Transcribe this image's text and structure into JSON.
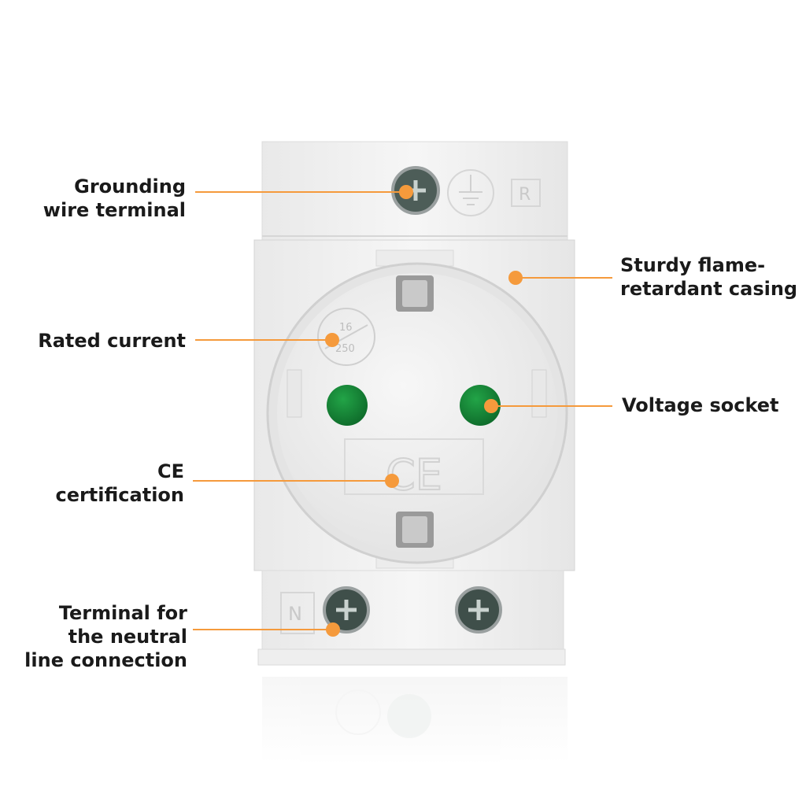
{
  "colors": {
    "accent": "#f59a3c",
    "socket_contact": "#1a8a3a",
    "body": "#f2f2f2"
  },
  "callouts": {
    "grounding": {
      "line1": "Grounding",
      "line2": "wire terminal"
    },
    "rated_current": {
      "line1": "Rated current"
    },
    "ce": {
      "line1": "CE",
      "line2": "certification"
    },
    "neutral": {
      "line1": "Terminal for",
      "line2": "the neutral",
      "line3": "line connection"
    },
    "casing": {
      "line1": "Sturdy flame-",
      "line2": "retardant casing"
    },
    "voltage": {
      "line1": "Voltage socket"
    }
  },
  "product_marks": {
    "top_letter": "R",
    "bottom_letter": "N",
    "rating_top": "16",
    "rating_bottom": "250",
    "ce_mark": "CE"
  }
}
